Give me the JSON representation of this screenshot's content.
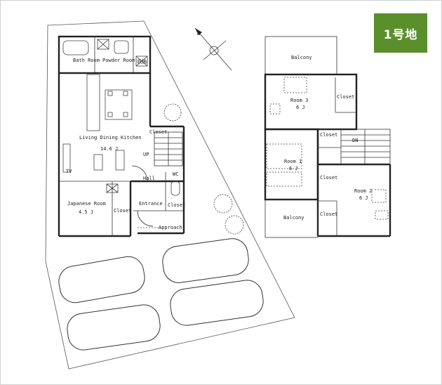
{
  "lot_badge": "1号地",
  "compass": {
    "north_label": "N"
  },
  "ground_floor": {
    "bath_room": "Bath Room",
    "powder_room": "Powder Room",
    "storage": "収納",
    "ldk": "Living Dining Kitchen",
    "ldk_size": "14.6 J",
    "closet_stair": "Closet",
    "up": "UP",
    "hall": "Hall",
    "wc": "WC",
    "japanese_room": "Japanese Room",
    "japanese_size": "4.5 J",
    "closet_jp": "Closet",
    "entrance": "Entrance",
    "closet_entry": "Closet",
    "approach": "Approach",
    "tv": "TV"
  },
  "upper_floor": {
    "balcony_top": "Balcony",
    "room3": "Room 3",
    "room3_size": "6 J",
    "closet_r3": "Closet",
    "closet_hall": "Closet",
    "dn": "DN",
    "room1": "Room 1",
    "room1_size": "6 J",
    "closet_r1": "Closet",
    "room2": "Room 2",
    "room2_size": "6 J",
    "balcony_bottom": "Balcony",
    "closet_r2": "Closet"
  }
}
